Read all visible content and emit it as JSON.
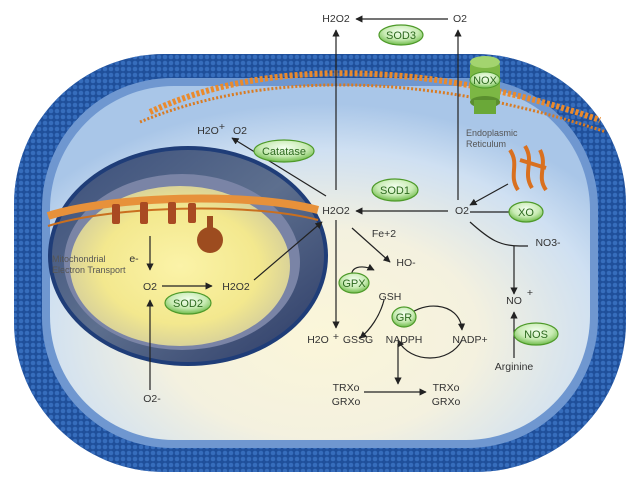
{
  "enzymes": {
    "sod3": "SOD3",
    "nox": "NOX",
    "catalase": "Catatase",
    "sod1": "SOD1",
    "xo": "XO",
    "sod2": "SOD2",
    "gpx": "GPX",
    "gr": "GR",
    "nos": "NOS"
  },
  "species": {
    "h2o2_top": "H2O2",
    "o2_top": "O2",
    "h2o_catalase": "H2O",
    "plus_catalase": "+",
    "o2_catalase": "O2",
    "h2o2_center": "H2O2",
    "o2_center": "O2",
    "fe": "Fe+2",
    "ho": "HO-",
    "no3": "NO3-",
    "no": "NO",
    "no_plus": "+",
    "e_minus": "e-",
    "o2_mito": "O2",
    "h2o2_mito": "H2O2",
    "o2_bottom": "O2-",
    "gsh": "GSH",
    "h2o_gssg": "H2O",
    "plus_gssg": "+",
    "gssg": "GSSG",
    "nadph": "NADPH",
    "nadp": "NADP+",
    "arginine": "Arginine",
    "trx_left": "TRXo",
    "grx_left": "GRXo",
    "trx_right": "TRXo",
    "grx_right": "GRXo"
  },
  "labels": {
    "mito_line1": "Mitochondrial",
    "mito_line2": "Electron Transport",
    "er_line1": "Endoplasmic",
    "er_line2": "Reticulum"
  },
  "colors": {
    "membrane": "#2d5fa8",
    "enzyme_fill": "#6abf3a",
    "mito_membrane": "#e7913a"
  }
}
